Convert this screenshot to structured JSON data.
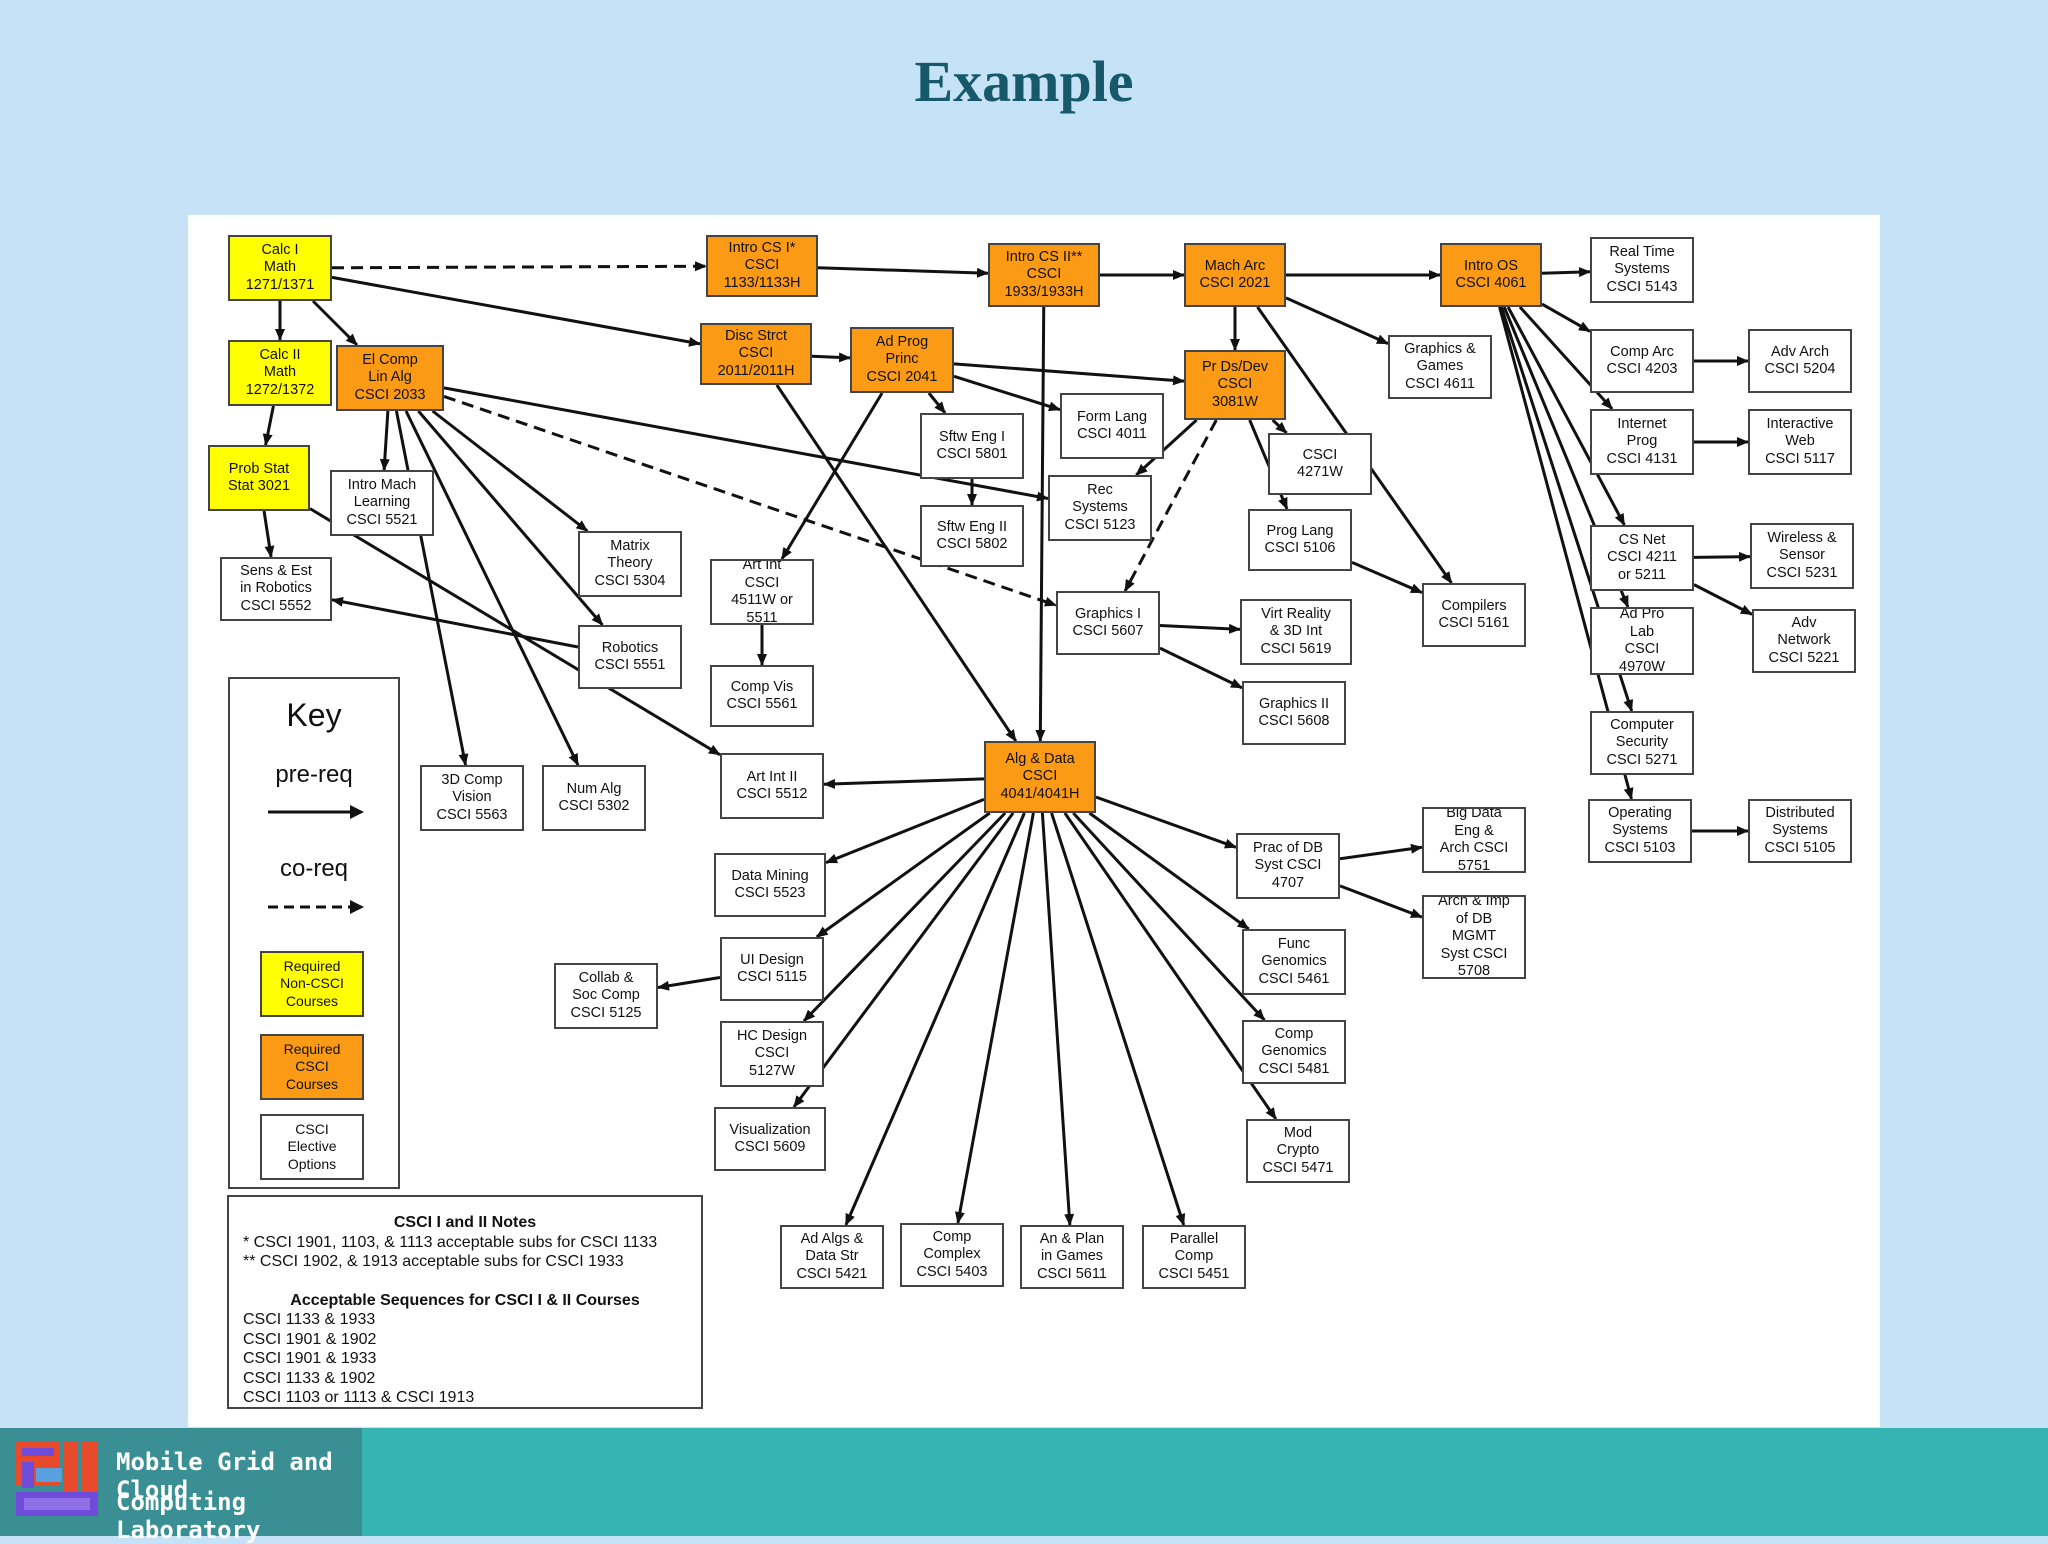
{
  "slide": {
    "title": "Example"
  },
  "footer": {
    "line1": "Mobile Grid and Cloud",
    "line2": "Computing Laboratory"
  },
  "key": {
    "title": "Key",
    "prereq": "pre-req",
    "coreq": "co-req",
    "required_noncsci": "Required\nNon-CSCI\nCourses",
    "required_csci": "Required\nCSCI\nCourses",
    "elective": "CSCI\nElective\nOptions"
  },
  "notes": {
    "heading1": "CSCI I and II Notes",
    "lines1": [
      "* CSCI 1901, 1103, & 1113 acceptable subs for CSCI 1133",
      "** CSCI 1902, & 1913 acceptable subs for CSCI 1933"
    ],
    "heading2": "Acceptable Sequences for CSCI  I & II Courses",
    "lines2": [
      "CSCI 1133 & 1933",
      "CSCI 1901 & 1902",
      "CSCI 1901 & 1933",
      "CSCI 1133 & 1902",
      "CSCI 1103 or 1113 & CSCI 1913"
    ]
  },
  "diagram": {
    "colors": {
      "required_non_csci": "#ffff00",
      "required_csci": "#fb9a14",
      "elective": "#ffffff"
    },
    "nodes": [
      {
        "id": "calc1",
        "type": "yellow",
        "label": "Calc I\nMath\n1271/1371"
      },
      {
        "id": "calc2",
        "type": "yellow",
        "label": "Calc II\nMath\n1272/1372"
      },
      {
        "id": "probstat",
        "type": "yellow",
        "label": "Prob Stat\nStat 3021"
      },
      {
        "id": "elcomp",
        "type": "orange",
        "label": "El Comp\nLin Alg\nCSCI 2033"
      },
      {
        "id": "introcs1",
        "type": "orange",
        "label": "Intro CS I*\nCSCI\n1133/1133H"
      },
      {
        "id": "discstrct",
        "type": "orange",
        "label": "Disc Strct\nCSCI\n2011/2011H"
      },
      {
        "id": "adprog",
        "type": "orange",
        "label": "Ad Prog\nPrinc\nCSCI 2041"
      },
      {
        "id": "introcs2",
        "type": "orange",
        "label": "Intro CS II**\nCSCI\n1933/1933H"
      },
      {
        "id": "macharc",
        "type": "orange",
        "label": "Mach Arc\nCSCI 2021"
      },
      {
        "id": "prdsdev",
        "type": "orange",
        "label": "Pr Ds/Dev\nCSCI\n3081W"
      },
      {
        "id": "introos",
        "type": "orange",
        "label": "Intro OS\nCSCI 4061"
      },
      {
        "id": "algdata",
        "type": "orange",
        "label": "Alg & Data\nCSCI\n4041/4041H"
      },
      {
        "id": "intromach",
        "type": "white",
        "label": "Intro Mach\nLearning\nCSCI 5521"
      },
      {
        "id": "sensest",
        "type": "white",
        "label": "Sens & Est\nin Robotics\nCSCI 5552"
      },
      {
        "id": "matrix",
        "type": "white",
        "label": "Matrix\nTheory\nCSCI 5304"
      },
      {
        "id": "robotics",
        "type": "white",
        "label": "Robotics\nCSCI 5551"
      },
      {
        "id": "artint",
        "type": "white",
        "label": "Art  Int\nCSCI\n4511W or\n5511"
      },
      {
        "id": "compvis",
        "type": "white",
        "label": "Comp Vis\nCSCI 5561"
      },
      {
        "id": "sftweng1",
        "type": "white",
        "label": "Sftw Eng I\nCSCI 5801"
      },
      {
        "id": "sftweng2",
        "type": "white",
        "label": "Sftw Eng II\nCSCI 5802"
      },
      {
        "id": "formlang",
        "type": "white",
        "label": "Form Lang\nCSCI 4011"
      },
      {
        "id": "recsys",
        "type": "white",
        "label": "Rec\nSystems\nCSCI 5123"
      },
      {
        "id": "csci4271",
        "type": "white",
        "label": "CSCI\n4271W"
      },
      {
        "id": "graphgames",
        "type": "white",
        "label": "Graphics &\nGames\nCSCI 4611"
      },
      {
        "id": "proglang",
        "type": "white",
        "label": "Prog Lang\nCSCI 5106"
      },
      {
        "id": "compilers",
        "type": "white",
        "label": "Compilers\nCSCI 5161"
      },
      {
        "id": "graphics1",
        "type": "white",
        "label": "Graphics I\nCSCI 5607"
      },
      {
        "id": "virtreal",
        "type": "white",
        "label": "Virt Reality\n& 3D Int\nCSCI 5619"
      },
      {
        "id": "graphics2",
        "type": "white",
        "label": "Graphics II\nCSCI 5608"
      },
      {
        "id": "realtime",
        "type": "white",
        "label": "Real Time\nSystems\nCSCI 5143"
      },
      {
        "id": "comparc",
        "type": "white",
        "label": "Comp Arc\nCSCI 4203"
      },
      {
        "id": "advarch",
        "type": "white",
        "label": "Adv Arch\nCSCI 5204"
      },
      {
        "id": "internetprog",
        "type": "white",
        "label": "Internet\nProg\nCSCI 4131"
      },
      {
        "id": "interweb",
        "type": "white",
        "label": "Interactive\nWeb\nCSCI 5117"
      },
      {
        "id": "csnet",
        "type": "white",
        "label": "CS Net\nCSCI 4211\nor 5211"
      },
      {
        "id": "wireless",
        "type": "white",
        "label": "Wireless &\nSensor\nCSCI 5231"
      },
      {
        "id": "adprolab",
        "type": "white",
        "label": "Ad Pro\nLab\nCSCI\n4970W"
      },
      {
        "id": "advnet",
        "type": "white",
        "label": "Adv\nNetwork\nCSCI 5221"
      },
      {
        "id": "compsec",
        "type": "white",
        "label": "Computer\nSecurity\nCSCI 5271"
      },
      {
        "id": "opsys",
        "type": "white",
        "label": "Operating\nSystems\nCSCI 5103"
      },
      {
        "id": "distsys",
        "type": "white",
        "label": "Distributed\nSystems\nCSCI 5105"
      },
      {
        "id": "comp3dvis",
        "type": "white",
        "label": "3D Comp\nVision\nCSCI 5563"
      },
      {
        "id": "numalg",
        "type": "white",
        "label": "Num Alg\nCSCI 5302"
      },
      {
        "id": "artint2",
        "type": "white",
        "label": "Art Int II\nCSCI 5512"
      },
      {
        "id": "datamining",
        "type": "white",
        "label": "Data Mining\nCSCI 5523"
      },
      {
        "id": "uidesign",
        "type": "white",
        "label": "UI Design\nCSCI 5115"
      },
      {
        "id": "collab",
        "type": "white",
        "label": "Collab &\nSoc Comp\nCSCI 5125"
      },
      {
        "id": "hcdesign",
        "type": "white",
        "label": "HC Design\nCSCI\n5127W"
      },
      {
        "id": "visualization",
        "type": "white",
        "label": "Visualization\nCSCI 5609"
      },
      {
        "id": "adalgs",
        "type": "white",
        "label": "Ad Algs &\nData Str\nCSCI 5421"
      },
      {
        "id": "compcomplex",
        "type": "white",
        "label": "Comp\nComplex\nCSCI 5403"
      },
      {
        "id": "anplan",
        "type": "white",
        "label": "An & Plan\nin Games\nCSCI 5611"
      },
      {
        "id": "parallel",
        "type": "white",
        "label": "Parallel\nComp\nCSCI 5451"
      },
      {
        "id": "pracdb",
        "type": "white",
        "label": "Prac of DB\nSyst CSCI\n4707"
      },
      {
        "id": "bigdata",
        "type": "white",
        "label": "Big Data\nEng &\nArch CSCI\n5751"
      },
      {
        "id": "archdb",
        "type": "white",
        "label": "Arch & Imp\nof DB\nMGMT\nSyst CSCI\n5708"
      },
      {
        "id": "funcgen",
        "type": "white",
        "label": "Func\nGenomics\nCSCI 5461"
      },
      {
        "id": "compgen",
        "type": "white",
        "label": "Comp\nGenomics\nCSCI 5481"
      },
      {
        "id": "modcrypto",
        "type": "white",
        "label": "Mod\nCrypto\nCSCI 5471"
      }
    ],
    "prereq_edges": [
      [
        "calc1",
        "calc2"
      ],
      [
        "calc2",
        "probstat"
      ],
      [
        "calc1",
        "elcomp"
      ],
      [
        "calc1",
        "discstrct"
      ],
      [
        "introcs1",
        "introcs2"
      ],
      [
        "introcs2",
        "macharc"
      ],
      [
        "macharc",
        "introos"
      ],
      [
        "macharc",
        "prdsdev"
      ],
      [
        "introcs2",
        "algdata"
      ],
      [
        "discstrct",
        "adprog"
      ],
      [
        "discstrct",
        "algdata"
      ],
      [
        "adprog",
        "prdsdev"
      ],
      [
        "adprog",
        "sftweng1"
      ],
      [
        "adprog",
        "formlang"
      ],
      [
        "adprog",
        "artint"
      ],
      [
        "sftweng1",
        "sftweng2"
      ],
      [
        "prdsdev",
        "csci4271"
      ],
      [
        "prdsdev",
        "recsys"
      ],
      [
        "prdsdev",
        "proglang"
      ],
      [
        "proglang",
        "compilers"
      ],
      [
        "macharc",
        "compilers"
      ],
      [
        "macharc",
        "graphgames"
      ],
      [
        "introos",
        "realtime"
      ],
      [
        "introos",
        "comparc"
      ],
      [
        "introos",
        "internetprog"
      ],
      [
        "introos",
        "csnet"
      ],
      [
        "introos",
        "adprolab"
      ],
      [
        "introos",
        "compsec"
      ],
      [
        "introos",
        "opsys"
      ],
      [
        "comparc",
        "advarch"
      ],
      [
        "internetprog",
        "interweb"
      ],
      [
        "csnet",
        "wireless"
      ],
      [
        "csnet",
        "advnet"
      ],
      [
        "opsys",
        "distsys"
      ],
      [
        "elcomp",
        "recsys"
      ],
      [
        "elcomp",
        "matrix"
      ],
      [
        "elcomp",
        "robotics"
      ],
      [
        "elcomp",
        "comp3dvis"
      ],
      [
        "elcomp",
        "numalg"
      ],
      [
        "elcomp",
        "intromach"
      ],
      [
        "probstat",
        "sensest"
      ],
      [
        "probstat",
        "artint2"
      ],
      [
        "robotics",
        "sensest"
      ],
      [
        "artint",
        "compvis"
      ],
      [
        "graphics1",
        "virtreal"
      ],
      [
        "graphics1",
        "graphics2"
      ],
      [
        "algdata",
        "artint2"
      ],
      [
        "algdata",
        "datamining"
      ],
      [
        "algdata",
        "uidesign"
      ],
      [
        "uidesign",
        "collab"
      ],
      [
        "algdata",
        "hcdesign"
      ],
      [
        "algdata",
        "visualization"
      ],
      [
        "algdata",
        "adalgs"
      ],
      [
        "algdata",
        "compcomplex"
      ],
      [
        "algdata",
        "anplan"
      ],
      [
        "algdata",
        "parallel"
      ],
      [
        "algdata",
        "pracdb"
      ],
      [
        "algdata",
        "funcgen"
      ],
      [
        "algdata",
        "compgen"
      ],
      [
        "algdata",
        "modcrypto"
      ],
      [
        "pracdb",
        "bigdata"
      ],
      [
        "pracdb",
        "archdb"
      ]
    ],
    "coreq_edges": [
      [
        "calc1",
        "introcs1"
      ],
      [
        "elcomp",
        "graphics1"
      ],
      [
        "prdsdev",
        "graphics1"
      ]
    ]
  }
}
